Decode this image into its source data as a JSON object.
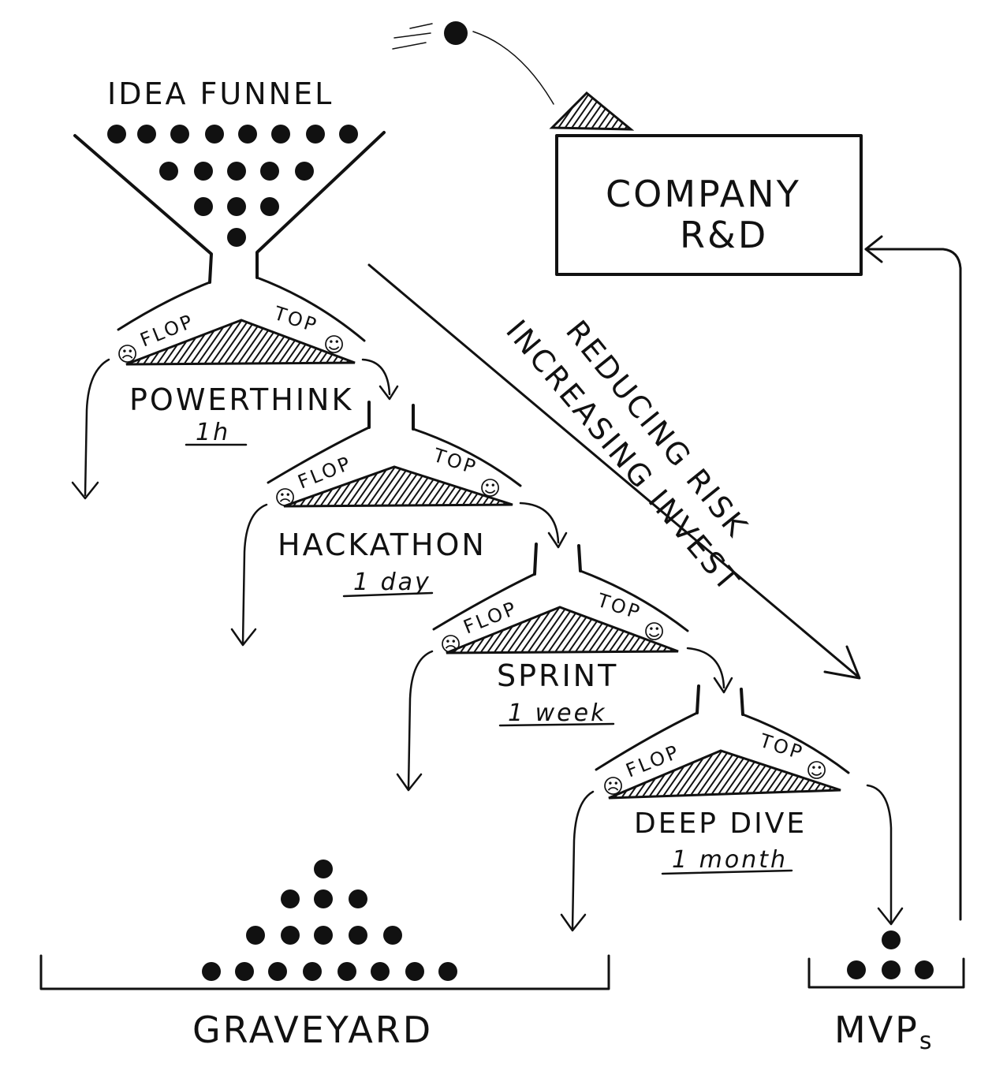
{
  "funnel": {
    "title": "IDEA FUNNEL"
  },
  "stages": [
    {
      "name": "POWERTHINK",
      "duration": "1h",
      "flop_label": "FLOP",
      "top_label": "TOP"
    },
    {
      "name": "HACKATHON",
      "duration": "1 day",
      "flop_label": "FLOP",
      "top_label": "TOP"
    },
    {
      "name": "SPRINT",
      "duration": "1 week",
      "flop_label": "FLOP",
      "top_label": "TOP"
    },
    {
      "name": "DEEP DIVE",
      "duration": "1 month",
      "flop_label": "FLOP",
      "top_label": "TOP"
    }
  ],
  "company": {
    "line1": "COMPANY",
    "line2": "R&D"
  },
  "diagonal_labels": {
    "line1": "REDUCING RISK",
    "line2": "INCREASING INVEST"
  },
  "graveyard": {
    "label": "GRAVEYARD"
  },
  "mvps": {
    "label_main": "MVP",
    "label_sub": "s"
  }
}
